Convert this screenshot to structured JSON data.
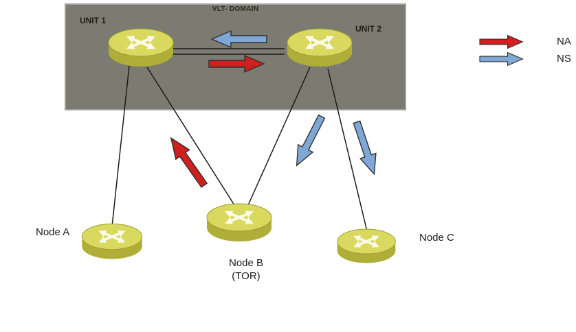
{
  "domain": {
    "label": "VLT- DOMAIN",
    "unit1_label": "UNIT 1",
    "unit2_label": "UNIT 2"
  },
  "nodes": {
    "node_a": "Node A",
    "node_b": "Node B",
    "node_b_sub": "(TOR)",
    "node_c": "Node C"
  },
  "legend": {
    "na_label": "NA",
    "ns_label": "NS"
  },
  "colors": {
    "domain_fill": "#7c7b72",
    "domain_border": "#a3a29a",
    "router_top": "#d9d95f",
    "router_side": "#aeae38",
    "router_edge": "#9d9d33",
    "router_glyph": "#fafae8",
    "arrow_red": "#d01f1f",
    "arrow_blue": "#7fa8d7",
    "arrow_outline": "#2f2f2f",
    "link_line": "#1b1b1b"
  }
}
